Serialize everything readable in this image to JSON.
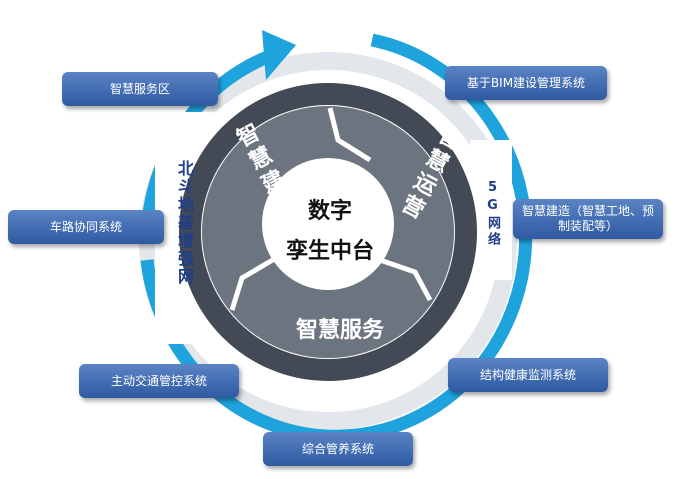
{
  "center": {
    "line1": "数字",
    "line2": "孪生中台"
  },
  "sectors": {
    "build": "智慧建设",
    "operate": "智慧运营",
    "service": "智慧服务"
  },
  "ring_labels": {
    "left": "北斗地基增强网",
    "right": "5G网络"
  },
  "boxes": {
    "smart_service_area": "智慧服务区",
    "bim_system": "基于BIM建设管理系统",
    "vehicle_road": "车路协同系统",
    "smart_construction": "智慧建造（智慧工地、预制装配等）",
    "active_traffic": "主动交通管控系统",
    "structural_health": "结构健康监测系统",
    "maintenance": "综合管养系统"
  },
  "colors": {
    "outer_ring": "#1ea3dc",
    "dark_ring": "#434a55",
    "sector": "#6c7480",
    "center": "#ffffff",
    "box": "#3d67b0"
  }
}
